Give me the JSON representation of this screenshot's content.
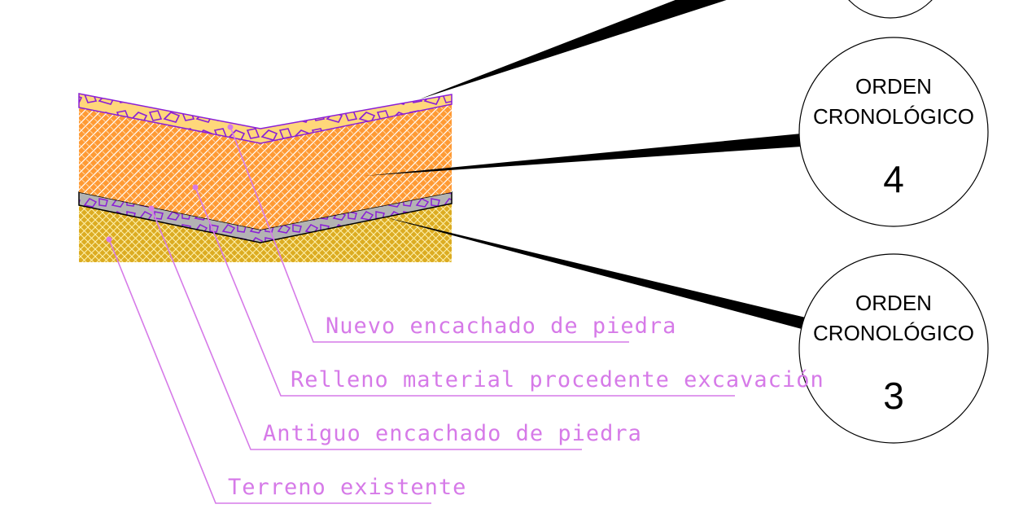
{
  "layers": {
    "nuevo": "Nuevo encachado de piedra",
    "relleno": "Relleno material procedente excavación",
    "antiguo": "Antiguo encachado de piedra",
    "terreno": "Terreno existente"
  },
  "circles": [
    {
      "title_line1": "ORDEN",
      "title_line2": "CRONOLÓGICO",
      "number": "4"
    },
    {
      "title_line1": "ORDEN",
      "title_line2": "CRONOLÓGICO",
      "number": "3"
    }
  ],
  "colors": {
    "label": "#d67ae8",
    "nuevo_fill": "#ffd77a",
    "relleno_fill": "#ff9d3a",
    "antiguo_fill": "#b3b3b3",
    "terreno_fill": "#e0b42a",
    "stone_outline": "#8a1fd6"
  }
}
